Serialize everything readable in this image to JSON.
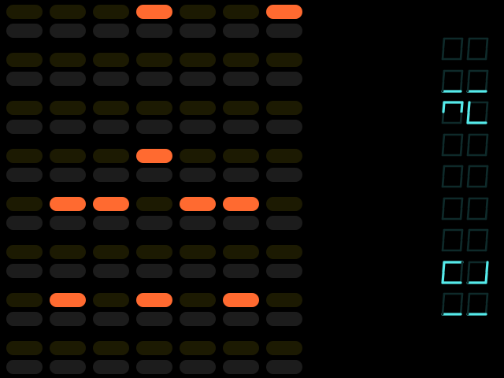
{
  "colors": {
    "background": "#000000",
    "step_off": "#1c1a02",
    "step_on": "#ff6a30",
    "aux_off": "#1c1c1c",
    "segment_off": "#0e2a2a",
    "segment_on": "#55eaea"
  },
  "sequencer": {
    "tracks": [
      {
        "steps": [
          0,
          0,
          0,
          1,
          0,
          0,
          1
        ]
      },
      {
        "steps": [
          0,
          0,
          0,
          0,
          0,
          0,
          0
        ]
      },
      {
        "steps": [
          0,
          0,
          0,
          0,
          0,
          0,
          0
        ]
      },
      {
        "steps": [
          0,
          0,
          0,
          1,
          0,
          0,
          0
        ]
      },
      {
        "steps": [
          0,
          1,
          1,
          0,
          1,
          1,
          0
        ]
      },
      {
        "steps": [
          0,
          0,
          0,
          0,
          0,
          0,
          0
        ]
      },
      {
        "steps": [
          0,
          1,
          0,
          1,
          0,
          1,
          0
        ]
      },
      {
        "steps": [
          0,
          0,
          0,
          0,
          0,
          0,
          0
        ]
      }
    ]
  },
  "segment_displays": [
    {
      "digits": [
        [],
        []
      ]
    },
    {
      "digits": [
        [
          "d"
        ],
        [
          "d"
        ]
      ]
    },
    {
      "digits": [
        [
          "a",
          "b",
          "f"
        ],
        [
          "d",
          "e",
          "f"
        ]
      ]
    },
    {
      "digits": [
        [],
        []
      ]
    },
    {
      "digits": [
        [],
        []
      ]
    },
    {
      "digits": [
        [],
        []
      ]
    },
    {
      "digits": [
        [],
        []
      ]
    },
    {
      "digits": [
        [
          "a",
          "d",
          "e",
          "f"
        ],
        [
          "b",
          "c",
          "d"
        ]
      ]
    },
    {
      "digits": [
        [
          "d"
        ],
        [
          "d"
        ]
      ]
    }
  ]
}
